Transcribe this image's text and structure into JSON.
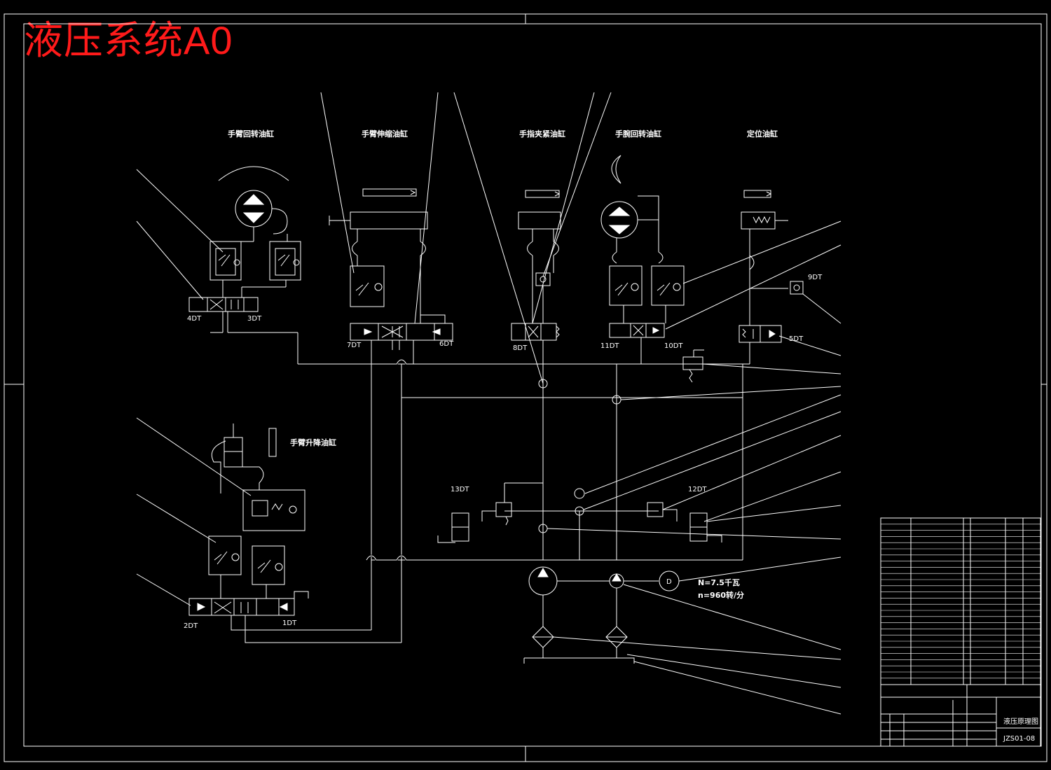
{
  "title": "液压系统A0",
  "components": {
    "arm_rotation_cylinder": "手臂回转油缸",
    "arm_telescopic_cylinder": "手臂伸缩油缸",
    "finger_clamp_cylinder": "手指夹紧油缸",
    "wrist_rotation_cylinder": "手腕回转油缸",
    "positioning_cylinder": "定位油缸",
    "arm_lift_cylinder": "手臂升降油缸"
  },
  "solenoids": {
    "s1": "1DT",
    "s2": "2DT",
    "s3": "3DT",
    "s4": "4DT",
    "s5": "5DT",
    "s6": "6DT",
    "s7": "7DT",
    "s8": "8DT",
    "s9": "9DT",
    "s10": "10DT",
    "s11": "11DT",
    "s12": "12DT",
    "s13": "13DT"
  },
  "motor": {
    "symbol": "D",
    "power": "N=7.5千瓦",
    "speed": "n=960转/分"
  },
  "title_block": {
    "drawing_name": "液压原理图",
    "drawing_number": "JZS01-08"
  },
  "colors": {
    "background": "#000000",
    "lines": "#ffffff",
    "title": "#ff1a1a"
  }
}
